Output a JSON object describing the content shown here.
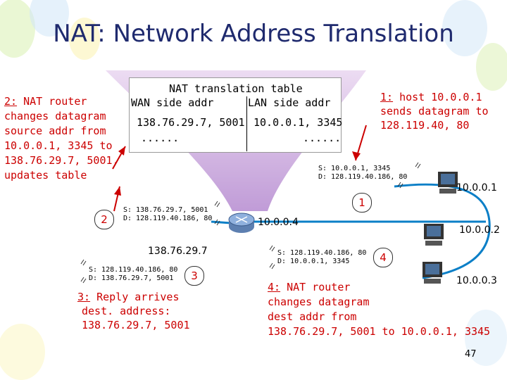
{
  "title": "NAT: Network Address Translation",
  "nat_table": {
    "caption": "NAT translation table",
    "headers": [
      "WAN side addr",
      "LAN side addr"
    ],
    "rows": [
      [
        "138.76.29.7, 5001",
        "10.0.0.1, 3345"
      ],
      [
        "......",
        "......"
      ]
    ]
  },
  "steps": {
    "s1": {
      "num": "1:",
      "text_lines": [
        "host 10.0.0.1",
        "sends datagram to",
        "128.119.40, 80"
      ]
    },
    "s2": {
      "num": "2:",
      "text_lines": [
        "NAT router",
        "changes datagram",
        "source addr from",
        "10.0.0.1, 3345 to",
        "138.76.29.7, 5001,",
        "updates table"
      ]
    },
    "s3": {
      "num": "3:",
      "text_lines": [
        "Reply arrives",
        "dest. address:",
        "138.76.29.7, 5001"
      ]
    },
    "s4": {
      "num": "4:",
      "text_lines": [
        "NAT router",
        "changes datagram",
        "dest addr from",
        "138.76.29.7, 5001 to 10.0.0.1, 3345"
      ]
    }
  },
  "packets": [
    {
      "s": "S: 10.0.0.1, 3345",
      "d": "D: 128.119.40.186, 80"
    },
    {
      "s": "S: 138.76.29.7, 5001",
      "d": "D: 128.119.40.186, 80"
    },
    {
      "s": "S: 128.119.40.186, 80",
      "d": "D: 138.76.29.7, 5001"
    },
    {
      "s": "S: 128.119.40.186, 80",
      "d": "D: 10.0.0.1, 3345"
    }
  ],
  "circle_labels": [
    "1",
    "2",
    "3",
    "4"
  ],
  "addresses": {
    "router_lan": "10.0.0.4",
    "router_wan": "138.76.29.7",
    "host1": "10.0.0.1",
    "host2": "10.0.0.2",
    "host3": "10.0.0.3"
  },
  "page_number": "47",
  "colors": {
    "title": "#1f2a6e",
    "accent": "#cc0000",
    "lan": "#0b7fc7",
    "cloud": "#c9a3d8"
  }
}
